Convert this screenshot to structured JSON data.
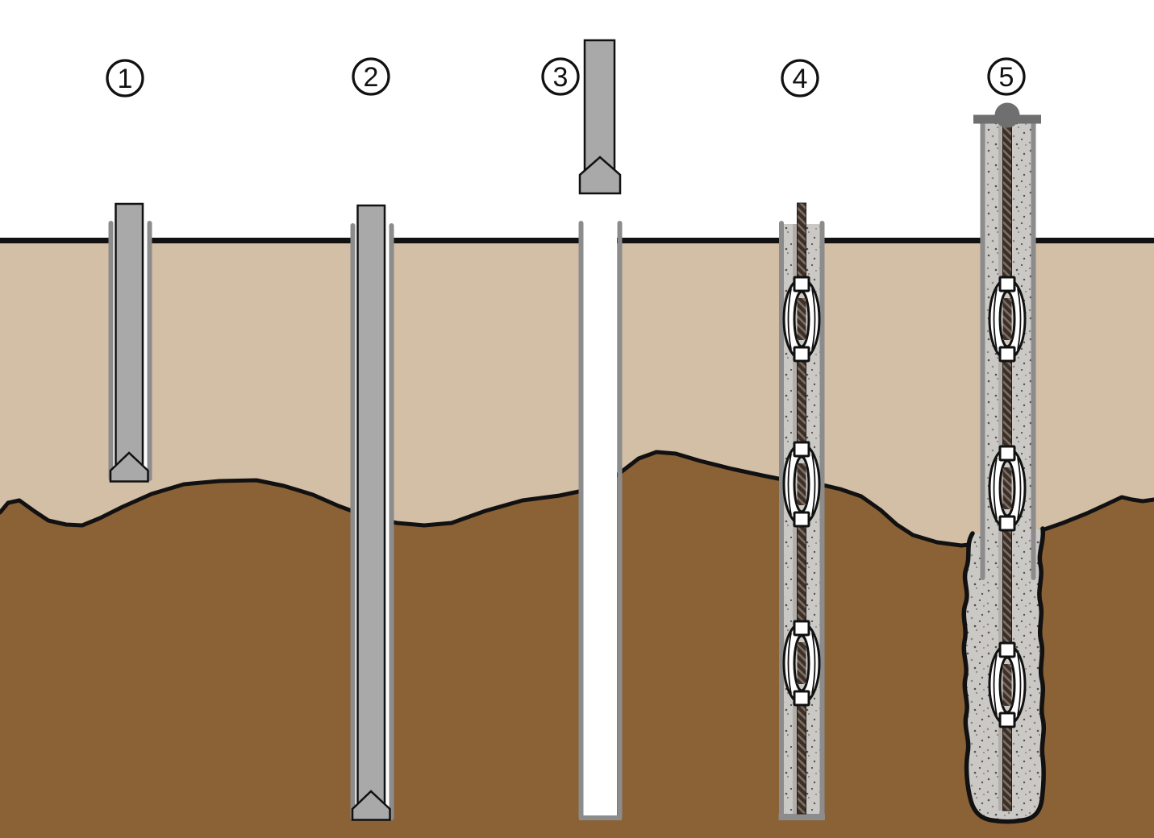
{
  "figure": {
    "kind": "diagram",
    "subject": "pile-installation-sequence",
    "step_markers": [
      {
        "label": "1"
      },
      {
        "label": "2"
      },
      {
        "label": "3"
      },
      {
        "label": "4"
      },
      {
        "label": "5"
      }
    ],
    "palette": {
      "sky": "#ffffff",
      "upper_soil": "#d3bea6",
      "lower_soil": "#8b6136",
      "outline": "#111111",
      "casing_gray": "#8c8c8c",
      "rod_gray": "#a9a9a9",
      "grout_gray": "#cbc9c6",
      "grout_speckle": "#56504a",
      "bar_dark": "#3b3029",
      "bar_thread": "#7e6e60",
      "bar_shadow": "#b2aeaa",
      "hardware_gray": "#6f6f6f",
      "centralizer_white": "#ffffff"
    }
  }
}
